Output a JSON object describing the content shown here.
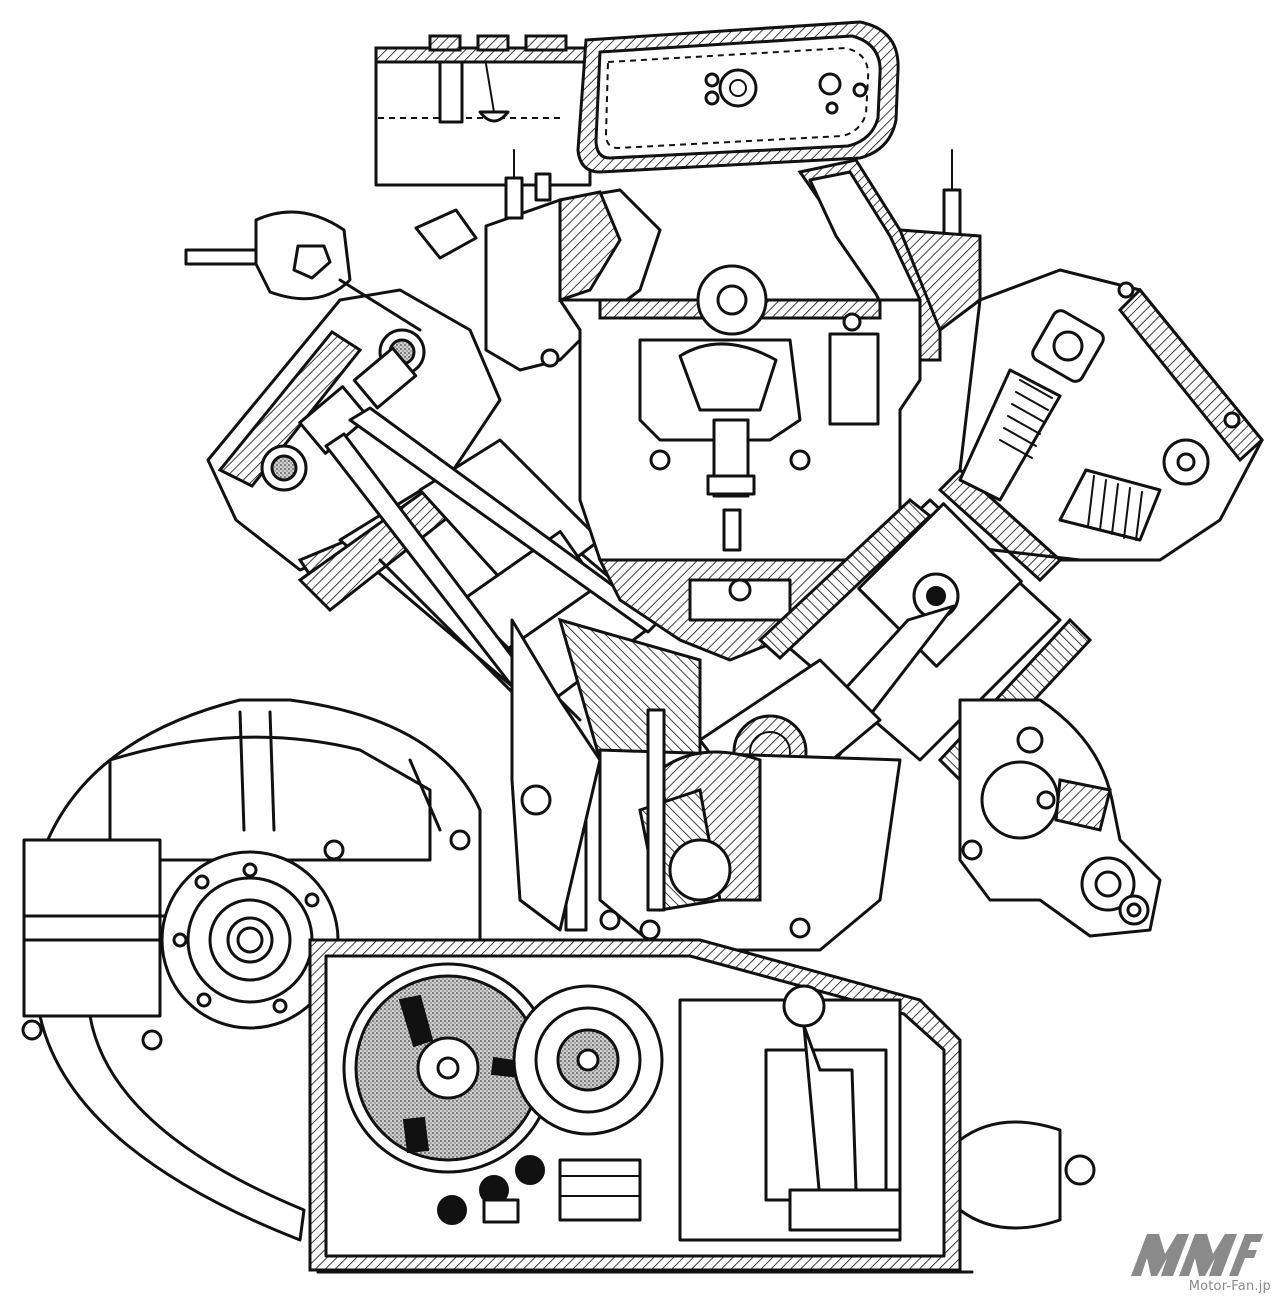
{
  "figure": {
    "kind": "engine-cutaway-line-drawing",
    "colors": {
      "ink": "#111111",
      "paper": "#ffffff",
      "watermark": "#8a8a8a"
    }
  },
  "watermark": {
    "logo_text": "MMF",
    "caption": "Motor-Fan.jp"
  }
}
